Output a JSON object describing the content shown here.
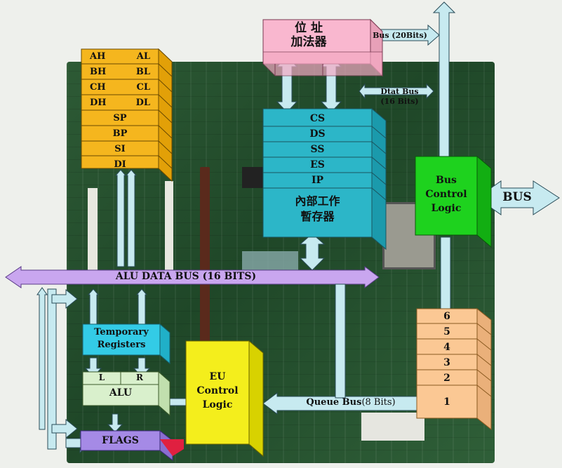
{
  "address_adder": {
    "line1": "位  址",
    "line2": "加法器"
  },
  "bus_20": "Bus (20Bits)",
  "data_bus": {
    "line1": "Dtat Bus",
    "line2": "(16 Bits)"
  },
  "general_registers": [
    "AH",
    "AL",
    "BH",
    "BL",
    "CH",
    "CL",
    "DH",
    "DL"
  ],
  "pointer_registers": [
    "SP",
    "BP",
    "SI",
    "DI"
  ],
  "segment_registers": [
    "CS",
    "DS",
    "SS",
    "ES",
    "IP"
  ],
  "internal_temp": {
    "line1": "內部工作",
    "line2": "暫存器"
  },
  "bus_control": {
    "line1": "Bus",
    "line2": "Control",
    "line3": "Logic"
  },
  "bus_label": "BUS",
  "alu_data_bus": "ALU DATA BUS (16 BITS)",
  "temp_registers": {
    "line1": "Temporary",
    "line2": "Registers"
  },
  "alu": {
    "left": "L",
    "right": "R",
    "label": "ALU"
  },
  "flags": "FLAGS",
  "eu_control": {
    "line1": "EU",
    "line2": "Control",
    "line3": "Logic"
  },
  "queue_bus": {
    "main": "Queue  Bus",
    "suffix": "(8 Bits)"
  },
  "queue": [
    "6",
    "5",
    "4",
    "3",
    "2",
    "1"
  ],
  "colors": {
    "registers": "#f5b61e",
    "segment": "#2cb6c8",
    "address_adder": "#f9b7cf",
    "bus_control": "#1ed21e",
    "eu_control": "#f4ee1c",
    "queue": "#fbc894",
    "alu_bus": "#c9a6ef",
    "temp_registers": "#33cbe6",
    "alu": "#d9f0cc",
    "flags": "#a58ae6",
    "arrow": "#c7eaf0"
  }
}
